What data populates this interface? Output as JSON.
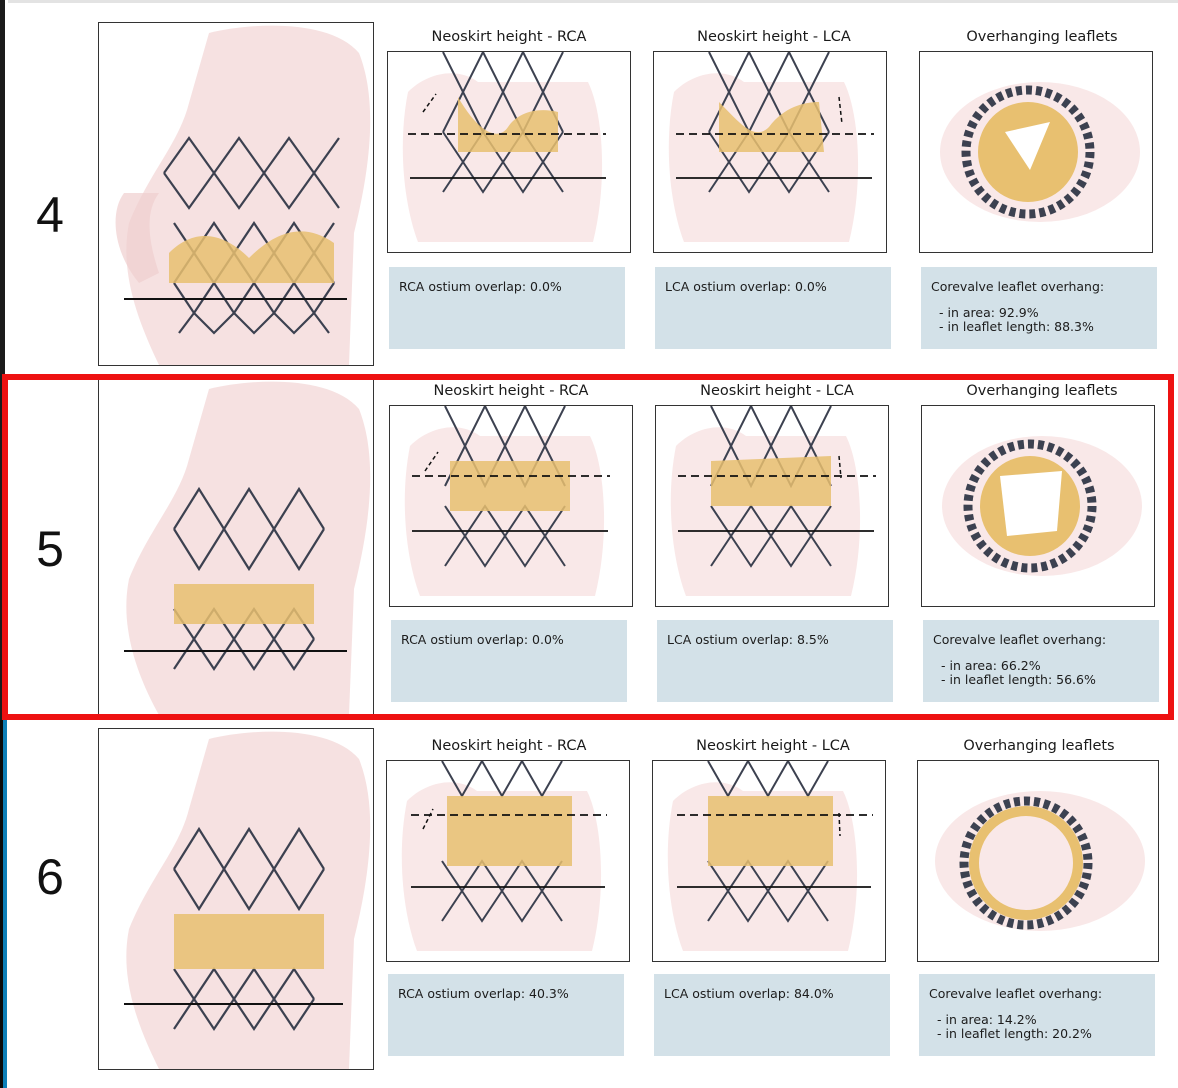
{
  "rows": [
    {
      "number": "4",
      "panel_titles": [
        "Neoskirt height - RCA",
        "Neoskirt height - LCA",
        "Overhanging leaflets"
      ],
      "rca_overlap": "RCA ostium overlap: 0.0%",
      "lca_overlap": "LCA ostium overlap: 0.0%",
      "overhang_title": "Corevalve leaflet overhang:",
      "in_area": "- in area: 92.9%",
      "in_length": "- in leaflet length: 88.3%"
    },
    {
      "number": "5",
      "panel_titles": [
        "Neoskirt height - RCA",
        "Neoskirt height - LCA",
        "Overhanging leaflets"
      ],
      "rca_overlap": "RCA ostium overlap: 0.0%",
      "lca_overlap": "LCA ostium overlap: 8.5%",
      "overhang_title": "Corevalve leaflet overhang:",
      "in_area": "- in area: 66.2%",
      "in_length": "- in leaflet length: 56.6%"
    },
    {
      "number": "6",
      "panel_titles": [
        "Neoskirt height - RCA",
        "Neoskirt height - LCA",
        "Overhanging leaflets"
      ],
      "rca_overlap": "RCA ostium overlap: 40.3%",
      "lca_overlap": "LCA ostium overlap: 84.0%",
      "overhang_title": "Corevalve leaflet overhang:",
      "in_area": "- in area: 14.2%",
      "in_length": "- in leaflet length: 20.2%"
    }
  ],
  "highlighted_row": "5",
  "colors": {
    "highlight": "#ee1111",
    "info_box": "#d3e1e8",
    "stent": "#3c4150",
    "leaflet": "#e8c070",
    "tissue": "#f2d6d6"
  }
}
